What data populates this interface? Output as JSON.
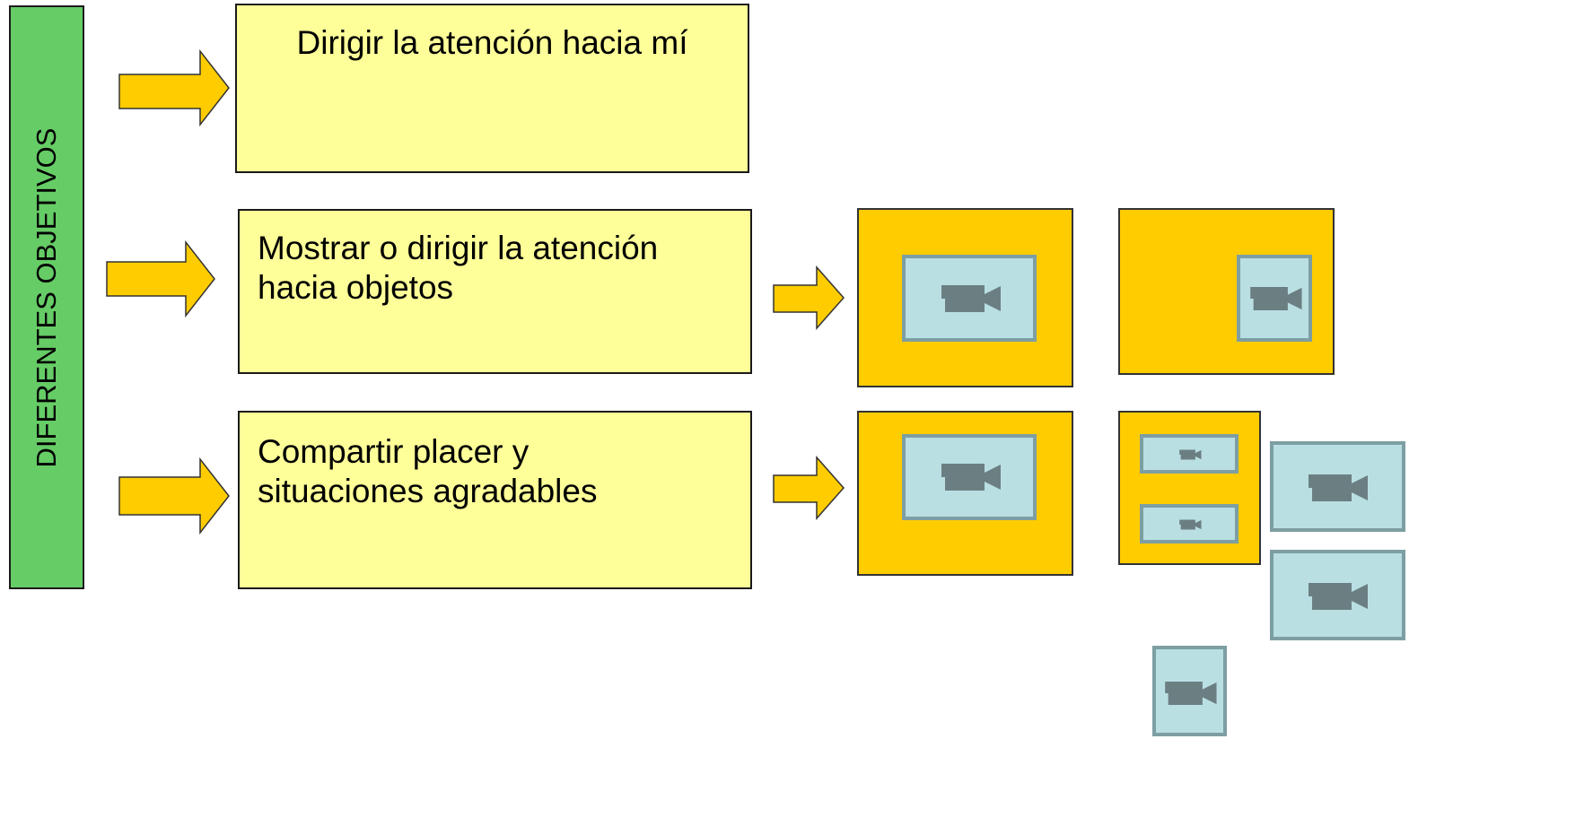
{
  "side_label": "DIFERENTES OBJETIVOS",
  "boxes": {
    "box1": "Dirigir la atención hacia mí",
    "box2_line1": "Mostrar o dirigir la atención",
    "box2_line2": "hacia objetos",
    "box3_line1": "Compartir placer y",
    "box3_line2": "situaciones agradables"
  },
  "colors": {
    "side_box": "#66cc66",
    "text_box": "#ffff99",
    "arrow": "#ffcc00",
    "panel": "#ffcc00",
    "screen": "#b9dfe3",
    "screen_border": "#7d9ea2",
    "camera_icon": "#6b7f82"
  },
  "icons": [
    "arrow-right-icon",
    "video-camera-icon"
  ]
}
